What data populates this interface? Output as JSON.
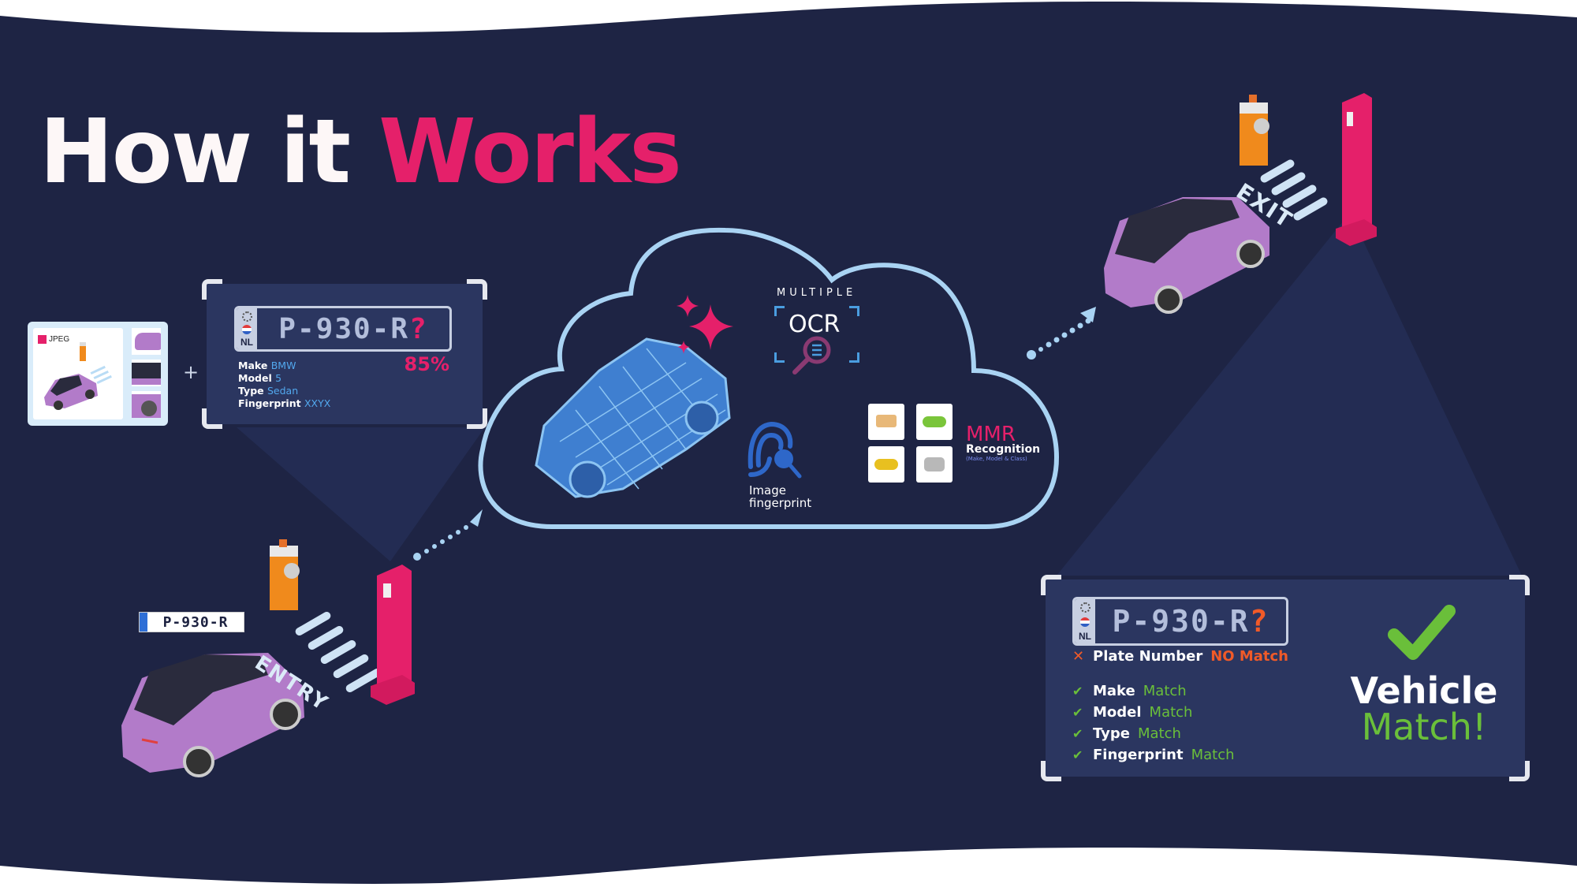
{
  "title": {
    "part1": "How it",
    "part2": "Works"
  },
  "colors": {
    "background": "#1e2444",
    "panel": "#2b3660",
    "accent_pink": "#e5206a",
    "match_green": "#6abf3a",
    "nomatch_orange": "#f05a28",
    "value_blue": "#52a8ee",
    "cloud_outline": "#a9d3f3"
  },
  "input": {
    "image_badge": "JPEG",
    "plus": "+",
    "plate": {
      "country": "NL",
      "number": "P-930-R",
      "uncertain_char": "?"
    },
    "confidence": "85%",
    "attributes": [
      {
        "label": "Make",
        "value": "BMW"
      },
      {
        "label": "Model",
        "value": "5"
      },
      {
        "label": "Type",
        "value": "Sedan"
      },
      {
        "label": "Fingerprint",
        "value": "XXYX"
      }
    ]
  },
  "entry": {
    "sign": "ENTRY",
    "plate_text": "P-930-R"
  },
  "exit": {
    "sign": "EXIT"
  },
  "cloud": {
    "ocr": {
      "kicker": "MULTIPLE",
      "label": "OCR"
    },
    "fingerprint": {
      "line1": "Image",
      "line2": "fingerprint"
    },
    "mmr": {
      "title": "MMR",
      "subtitle": "Recognition",
      "note": "(Make, Model & Class)"
    }
  },
  "result": {
    "plate": {
      "country": "NL",
      "number": "P-930-R",
      "uncertain_char": "?"
    },
    "plate_check": {
      "label": "Plate Number",
      "status": "NO Match"
    },
    "checks": [
      {
        "label": "Make",
        "status": "Match"
      },
      {
        "label": "Model",
        "status": "Match"
      },
      {
        "label": "Type",
        "status": "Match"
      },
      {
        "label": "Fingerprint",
        "status": "Match"
      }
    ],
    "verdict": {
      "line1": "Vehicle",
      "line2": "Match!"
    }
  }
}
